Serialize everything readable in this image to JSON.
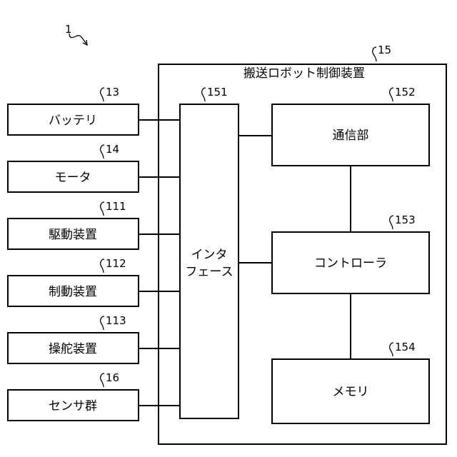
{
  "figure_ref": "1",
  "controller": {
    "ref": "15",
    "title": "搬送ロボット制御装置"
  },
  "interface": {
    "ref": "151",
    "line1": "インタ",
    "line2": "フェース"
  },
  "comm_unit": {
    "ref": "152",
    "label": "通信部"
  },
  "control_unit": {
    "ref": "153",
    "label": "コントローラ"
  },
  "memory": {
    "ref": "154",
    "label": "メモリ"
  },
  "devices": [
    {
      "ref": "13",
      "label": "バッテリ"
    },
    {
      "ref": "14",
      "label": "モータ"
    },
    {
      "ref": "111",
      "label": "駆動装置"
    },
    {
      "ref": "112",
      "label": "制動装置"
    },
    {
      "ref": "113",
      "label": "操舵装置"
    },
    {
      "ref": "16",
      "label": "センサ群"
    }
  ]
}
